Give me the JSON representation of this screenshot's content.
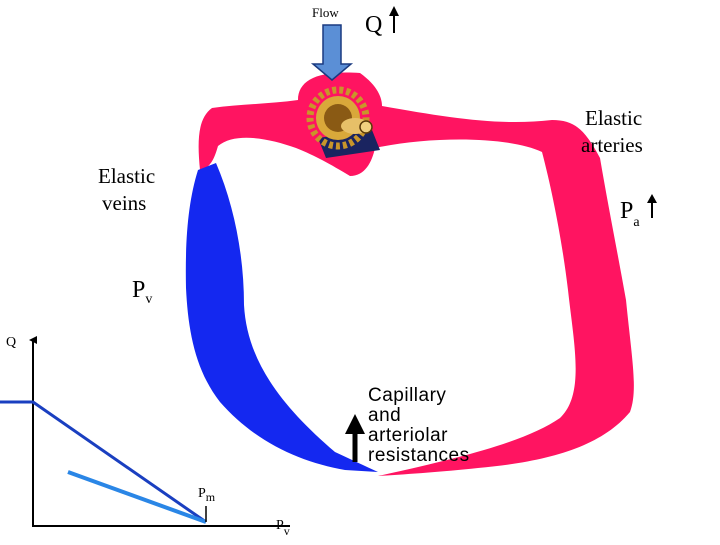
{
  "labels": {
    "flow": "Flow",
    "q_top": "Q",
    "elastic_arteries": [
      "Elastic",
      "arteries"
    ],
    "elastic_veins": [
      "Elastic",
      "veins"
    ],
    "pa_main": "P",
    "pa_sub": "a",
    "pv_main": "P",
    "pv_sub": "v",
    "capillary": [
      "Capillary",
      "and",
      "arteriolar",
      "resistances"
    ]
  },
  "graph": {
    "y_label": "Q",
    "pm_main": "P",
    "pm_sub": "m",
    "x_main": "P",
    "x_sub": "v"
  },
  "colors": {
    "arteries": "#ff1461",
    "veins": "#1428f0",
    "flow_arrow": "#5b8fd6",
    "graph_line_1": "#1a3fc0",
    "graph_line_2": "#2a86e6",
    "pump_gold": "#c8962a"
  },
  "icons": {
    "pump": "pump-gear-icon",
    "flow_arrow": "down-arrow-icon",
    "increase_arrow": "up-arrow-icon"
  }
}
